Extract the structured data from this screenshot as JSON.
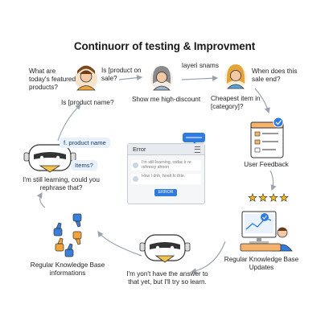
{
  "title": "Continuorr of testing & Improvment",
  "nodes": {
    "q_featured": "What are today's featured products?",
    "q_onsale": "Is [product on sale?",
    "q_layeri": "layeri snams",
    "q_when": "When does this sale end?",
    "q_product_name": "Is [product name?",
    "q_discount": "Show me high-discount",
    "q_cheapest": "Cheapest item in [category]?",
    "user_feedback": "User Feedback",
    "bubble_product_name": "f. product name",
    "bubble_items": "Items?",
    "bot_reply_left": "I'm still learning, could you rephrase that?",
    "error_title": "Error",
    "error_row1": "I'm still learning, rodac ir re rshnosy ahoon",
    "error_row2": "Hsw I dnh, hoalt fc thte.",
    "error_button": "ERROR",
    "kb_updates": "Regular Knowledge Base Updates",
    "kb_info": "Regular Knowledge Base informations",
    "bot_reply_bottom": "I'm yon't have the answer to that yet, but I'll try so learn."
  },
  "stars": 4,
  "colors": {
    "arrow": "#9aa3ad",
    "accent_blue": "#2f7be0",
    "bubble_bg": "#e7f0fb",
    "thumb_blue": "#3a7fd8",
    "thumb_orange": "#f0a43a",
    "star": "#f2b51c",
    "robot_accent": "#f2c14e"
  }
}
